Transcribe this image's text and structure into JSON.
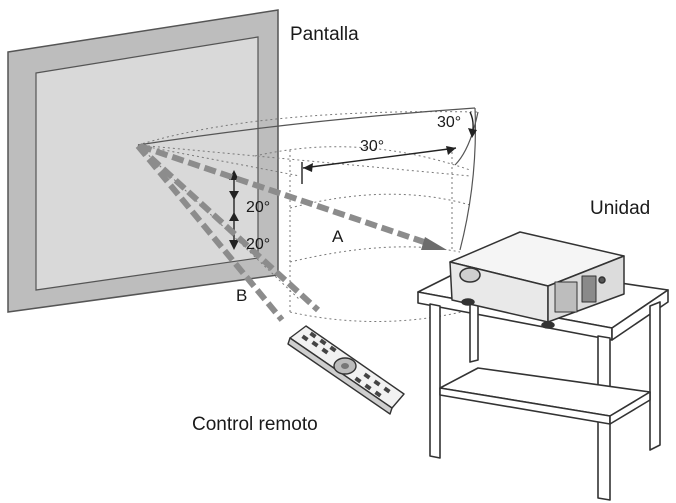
{
  "labels": {
    "screen": "Pantalla",
    "unit": "Unidad",
    "remote": "Control remoto",
    "path_a": "A",
    "path_b": "B",
    "angle_horizontal": "30°",
    "angle_horizontal_outer": "30°",
    "angle_vertical_up": "20°",
    "angle_vertical_down": "20°"
  },
  "colors": {
    "line": "#3a3a3a",
    "dashed_path": "#8c8c8c",
    "screen_frame": "#bdbdbd",
    "screen_inner": "#d9d9d9",
    "projector_body": "#f1f1f1",
    "table": "#ffffff"
  }
}
